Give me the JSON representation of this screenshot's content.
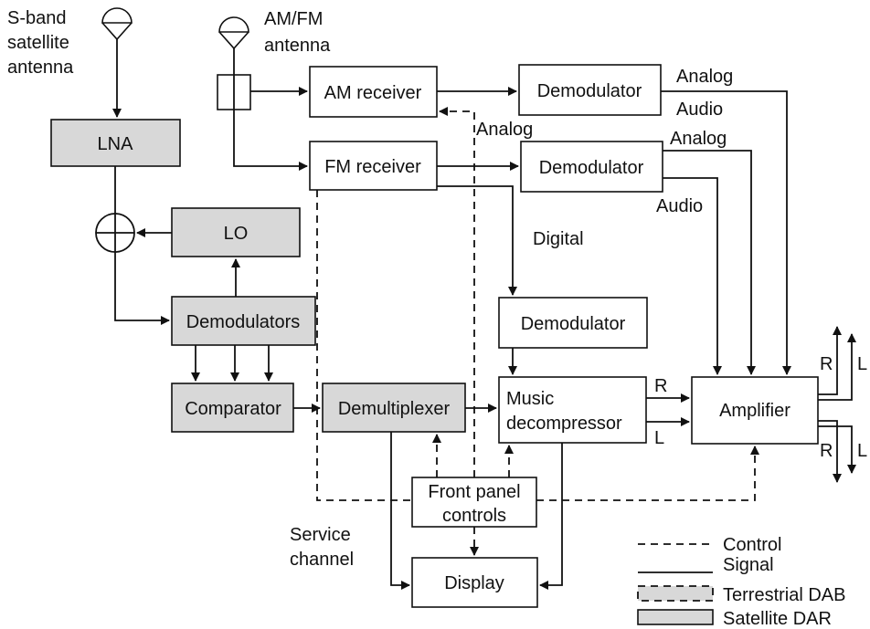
{
  "colors": {
    "satellite_fill": "#d8d8d8",
    "plain_fill": "#ffffff",
    "stroke": "#111111"
  },
  "antennas": {
    "sband": [
      "S-band",
      "satellite",
      "antenna"
    ],
    "amfm": [
      "AM/FM",
      "antenna"
    ]
  },
  "blocks": {
    "lna": "LNA",
    "lo": "LO",
    "demodulators": "Demodulators",
    "comparator": "Comparator",
    "demultiplexer": "Demultiplexer",
    "am_receiver": "AM receiver",
    "fm_receiver": "FM receiver",
    "demod_am": "Demodulator",
    "demod_fm": "Demodulator",
    "demod_digital": "Demodulator",
    "music_decompressor": [
      "Music",
      "decompressor"
    ],
    "amplifier": "Amplifier",
    "front_panel": [
      "Front panel",
      "controls"
    ],
    "display": "Display"
  },
  "labels": {
    "analog_am": "Analog",
    "audio_am": "Audio",
    "analog_mid": "Analog",
    "analog_fm": "Analog",
    "audio_fm": "Audio",
    "digital": "Digital",
    "service": [
      "Service",
      "channel"
    ],
    "r_in": "R",
    "l_in": "L",
    "r_out_top": "R",
    "l_out_top": "L",
    "r_out_bot": "R",
    "l_out_bot": "L"
  },
  "legend": {
    "control": "Control",
    "signal": "Signal",
    "terrestrial": "Terrestrial DAB",
    "satellite": "Satellite DAR"
  }
}
